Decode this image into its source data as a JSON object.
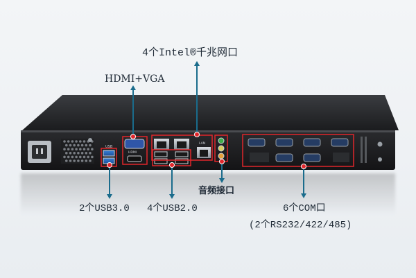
{
  "labels": {
    "intel": "4个Intel®千兆网口",
    "hdmi": "HDMI+VGA",
    "audio": "音频接口",
    "usb3": "2个USB3.0",
    "usb2": "4个USB2.0",
    "com": "6个COM口",
    "rs": "(2个RS232/422/485)"
  },
  "device_text": {
    "usb_tag": "USB",
    "hdmi_tag": "HDMI",
    "lan_tag": "LAN"
  },
  "colors": {
    "accent_line": "#1a6c8c",
    "highlight_red": "#e0262b",
    "chassis": "#1b1c1e"
  }
}
